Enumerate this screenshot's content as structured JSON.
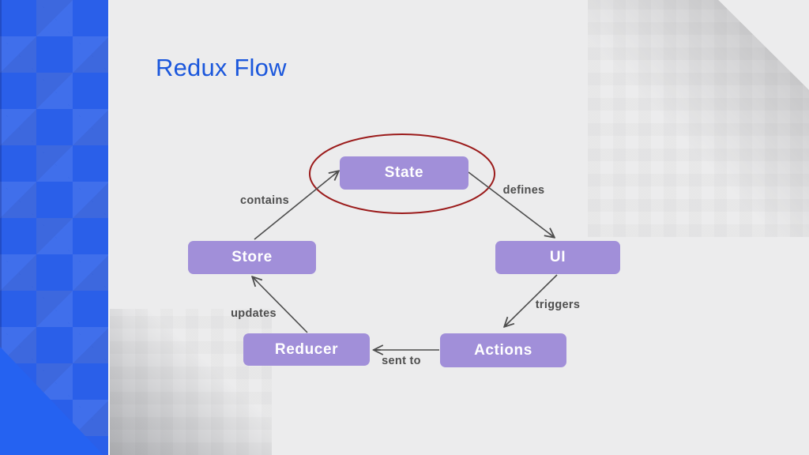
{
  "slide": {
    "title": "Redux Flow"
  },
  "diagram": {
    "nodes": {
      "state": "State",
      "store": "Store",
      "ui": "UI",
      "reducer": "Reducer",
      "actions": "Actions"
    },
    "edge_labels": {
      "contains": "contains",
      "defines": "defines",
      "updates": "updates",
      "triggers": "triggers",
      "sent_to": "sent to"
    },
    "highlight": "ellipse around State node"
  },
  "colors": {
    "title": "#1b57dc",
    "sidebar_blue": "#2a5fe9",
    "node_fill": "#a18fd9",
    "node_text": "#ffffff",
    "arrow": "#4d4d4d",
    "edge_label_text": "#4e4e4e",
    "highlight_ellipse": "#9b1b1b",
    "background": "#ececed"
  }
}
